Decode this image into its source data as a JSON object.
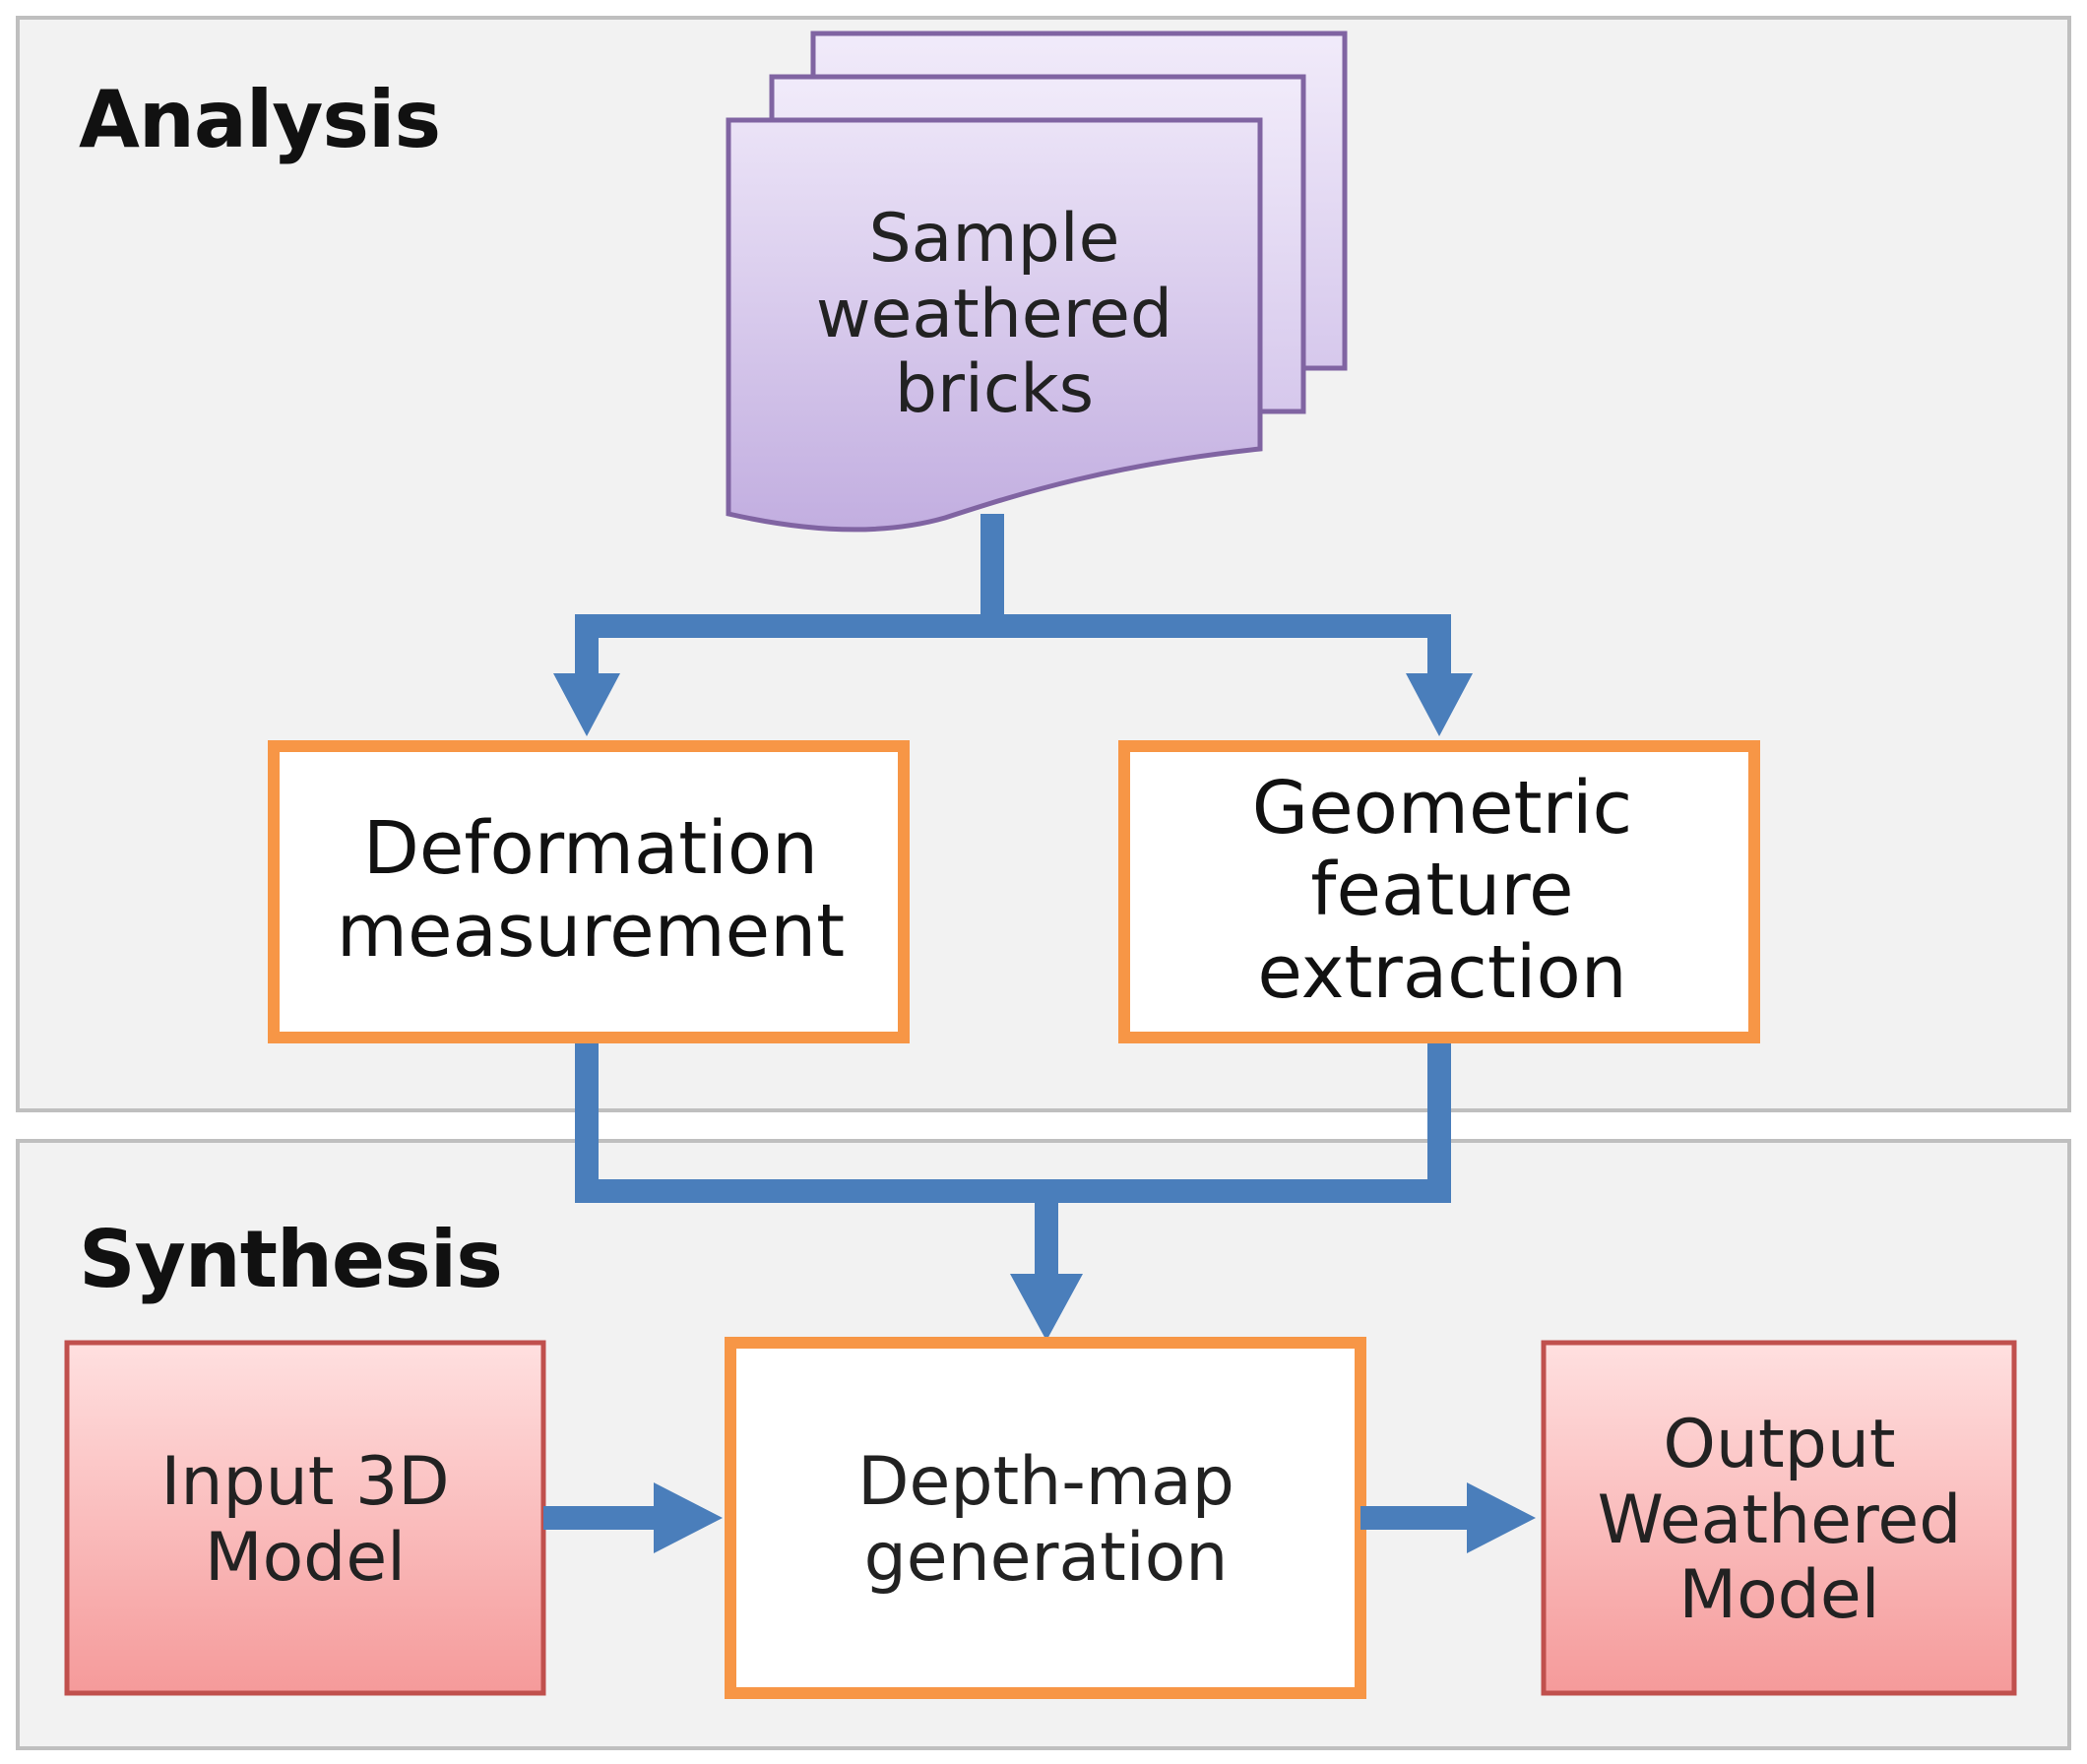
{
  "sections": {
    "analysis": "Analysis",
    "synthesis": "Synthesis"
  },
  "nodes": {
    "sample": {
      "lines": [
        "Sample",
        "weathered",
        "bricks"
      ]
    },
    "deformation": {
      "lines": [
        "Deformation",
        "measurement"
      ]
    },
    "geometric": {
      "lines": [
        "Geometric",
        "feature",
        "extraction"
      ]
    },
    "input": {
      "lines": [
        "Input 3D",
        "Model"
      ]
    },
    "depth": {
      "lines": [
        "Depth-map",
        "generation"
      ]
    },
    "output": {
      "lines": [
        "Output",
        "Weathered",
        "Model"
      ]
    }
  },
  "colors": {
    "panel_bg": "#f2f2f2",
    "panel_border": "#bfbfbf",
    "arrow": "#4a7ebb",
    "process_border": "#f79646",
    "document_border": "#8064a2",
    "io_border": "#c0504d"
  }
}
